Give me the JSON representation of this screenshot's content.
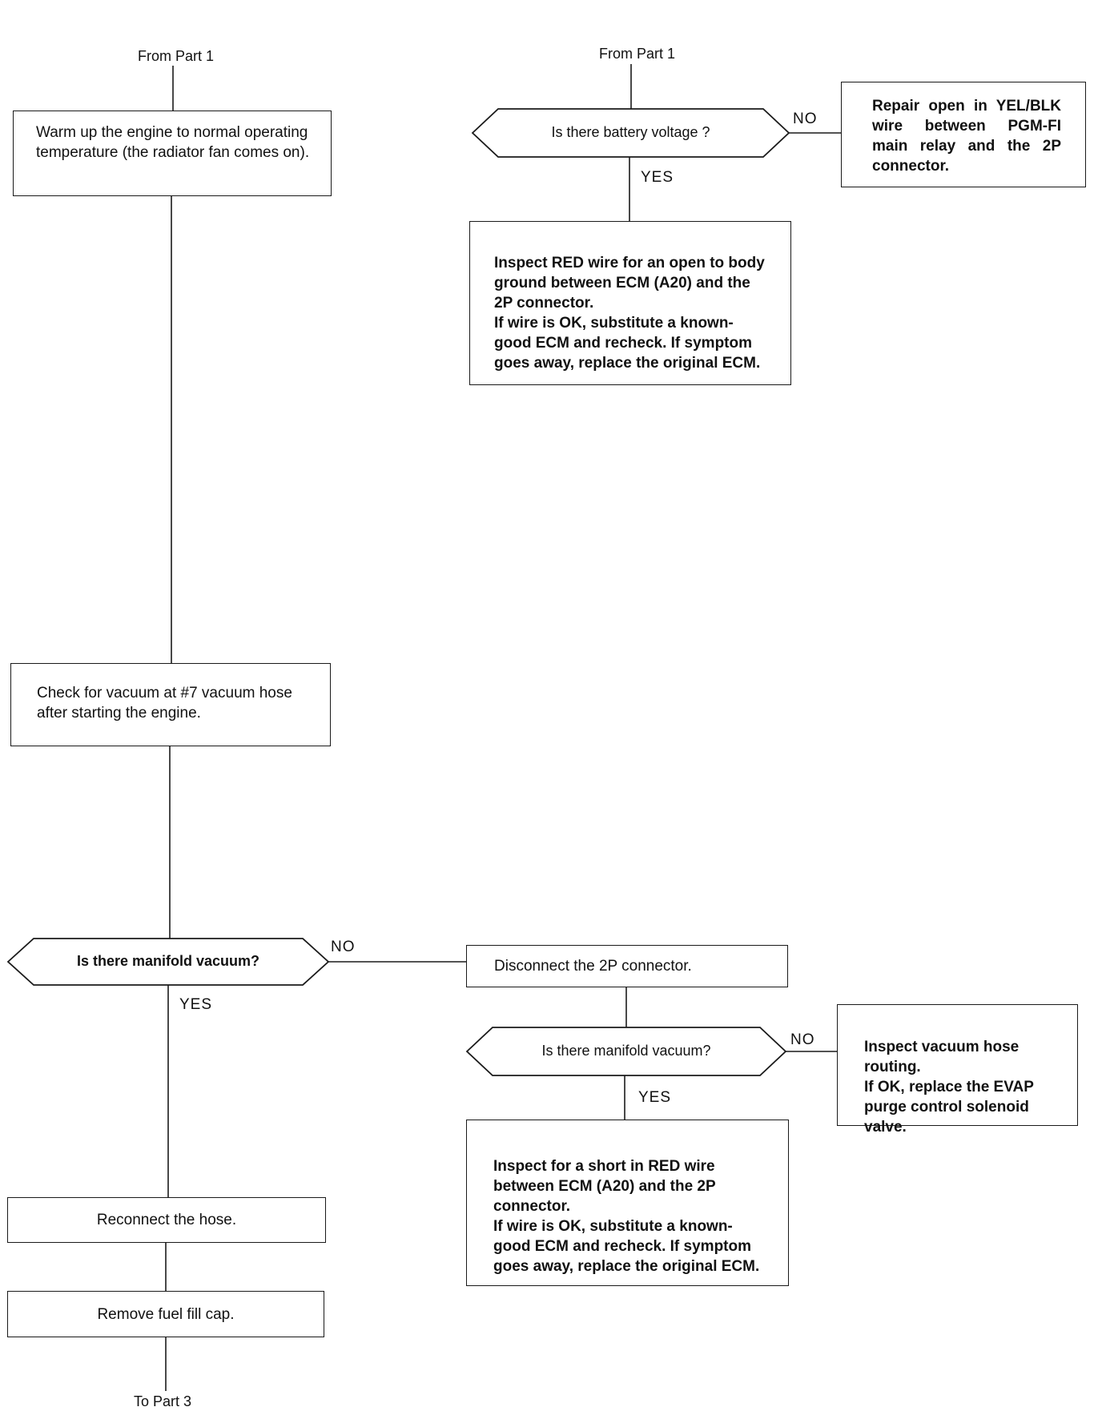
{
  "left_branch": {
    "from_label": "From Part 1",
    "warm_up": "Warm up the engine to normal operating temperature (the radiator fan comes on).",
    "check_vacuum": "Check for vacuum at #7 vacuum hose after starting the engine.",
    "decision": "Is there manifold vacuum?",
    "no": "NO",
    "yes": "YES",
    "reconnect": "Reconnect the hose.",
    "remove_cap": "Remove fuel fill cap.",
    "to_label": "To Part 3"
  },
  "right_branch": {
    "from_label": "From Part 1",
    "decision": "Is there battery voltage ?",
    "no": "NO",
    "yes": "YES",
    "repair": "Repair open in YEL/BLK wire between PGM-FI main relay and the 2P connector.",
    "inspect_red": "Inspect RED wire for an open to body ground between ECM (A20) and the 2P connector.\nIf wire is OK, substitute a known-good ECM and recheck. If symptom goes away, replace the original ECM."
  },
  "lower_branch": {
    "disconnect": "Disconnect the 2P connector.",
    "decision": "Is there manifold vacuum?",
    "no": "NO",
    "yes": "YES",
    "inspect_hose": "Inspect vacuum hose routing.\nIf OK, replace the EVAP purge control solenoid valve.",
    "inspect_short": "Inspect for a short in RED wire between ECM (A20) and the 2P connector.\nIf wire is OK, substitute a known-good ECM and recheck. If symptom goes away, replace the original ECM."
  }
}
